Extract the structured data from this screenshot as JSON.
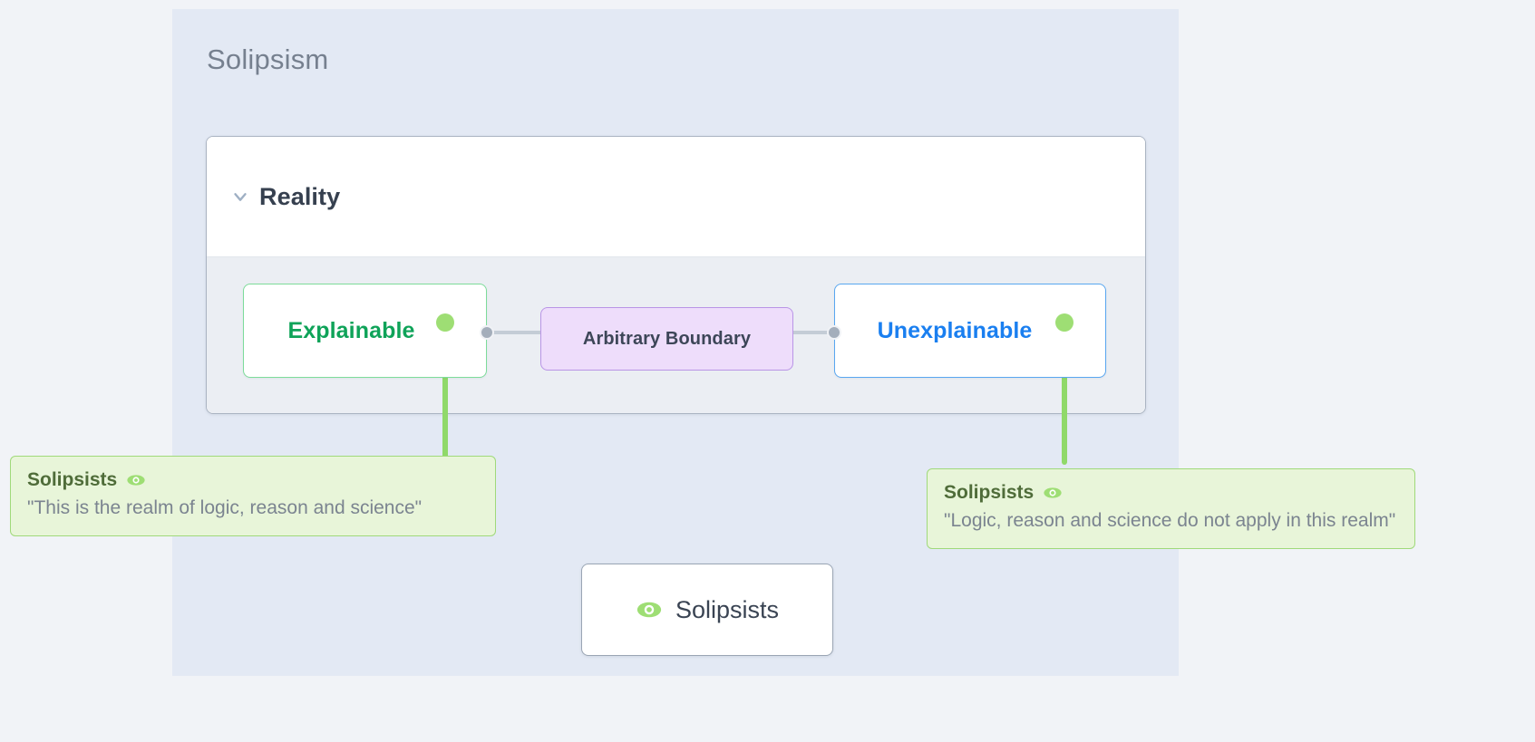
{
  "page": {
    "background_color": "#f1f3f7",
    "panel_color": "#e3e9f4",
    "title": "Solipsism"
  },
  "group": {
    "label": "Reality",
    "collapse_icon": "chevron-down-icon",
    "header_background": "#ffffff",
    "body_background": "#ebeef3",
    "border_color": "#aab4c2"
  },
  "nodes": [
    {
      "id": "explainable",
      "label": "Explainable",
      "text_color": "#0fa359",
      "border_color": "#7ddc9a",
      "background": "#ffffff",
      "anchor_dot_color": "#9ede74"
    },
    {
      "id": "boundary",
      "label": "Arbitrary Boundary",
      "text_color": "#3d4658",
      "border_color": "#b995e6",
      "background": "#eeddfb"
    },
    {
      "id": "unexplainable",
      "label": "Unexplainable",
      "text_color": "#1a7ff0",
      "border_color": "#59a7f0",
      "background": "#ffffff",
      "anchor_dot_color": "#9ede74"
    }
  ],
  "links": {
    "handle_color": "#a4aebb",
    "line_color": "#c4ccd6",
    "annotation_line_color": "#90d96a"
  },
  "annotations": [
    {
      "id": "explainable-note",
      "title": "Solipsists",
      "icon": "eye-icon",
      "quote": "\"This is the realm of logic, reason and science\"",
      "background": "#e8f5d9",
      "border_color": "#a0d97a"
    },
    {
      "id": "unexplainable-note",
      "title": "Solipsists",
      "icon": "eye-icon",
      "quote": "\"Logic, reason and science do not apply in this realm\"",
      "background": "#e8f5d9",
      "border_color": "#a0d97a"
    }
  ],
  "legend": {
    "label": "Solipsists",
    "icon": "eye-icon",
    "icon_color": "#9ede74",
    "background": "#ffffff",
    "border_color": "#9aa5b4"
  }
}
